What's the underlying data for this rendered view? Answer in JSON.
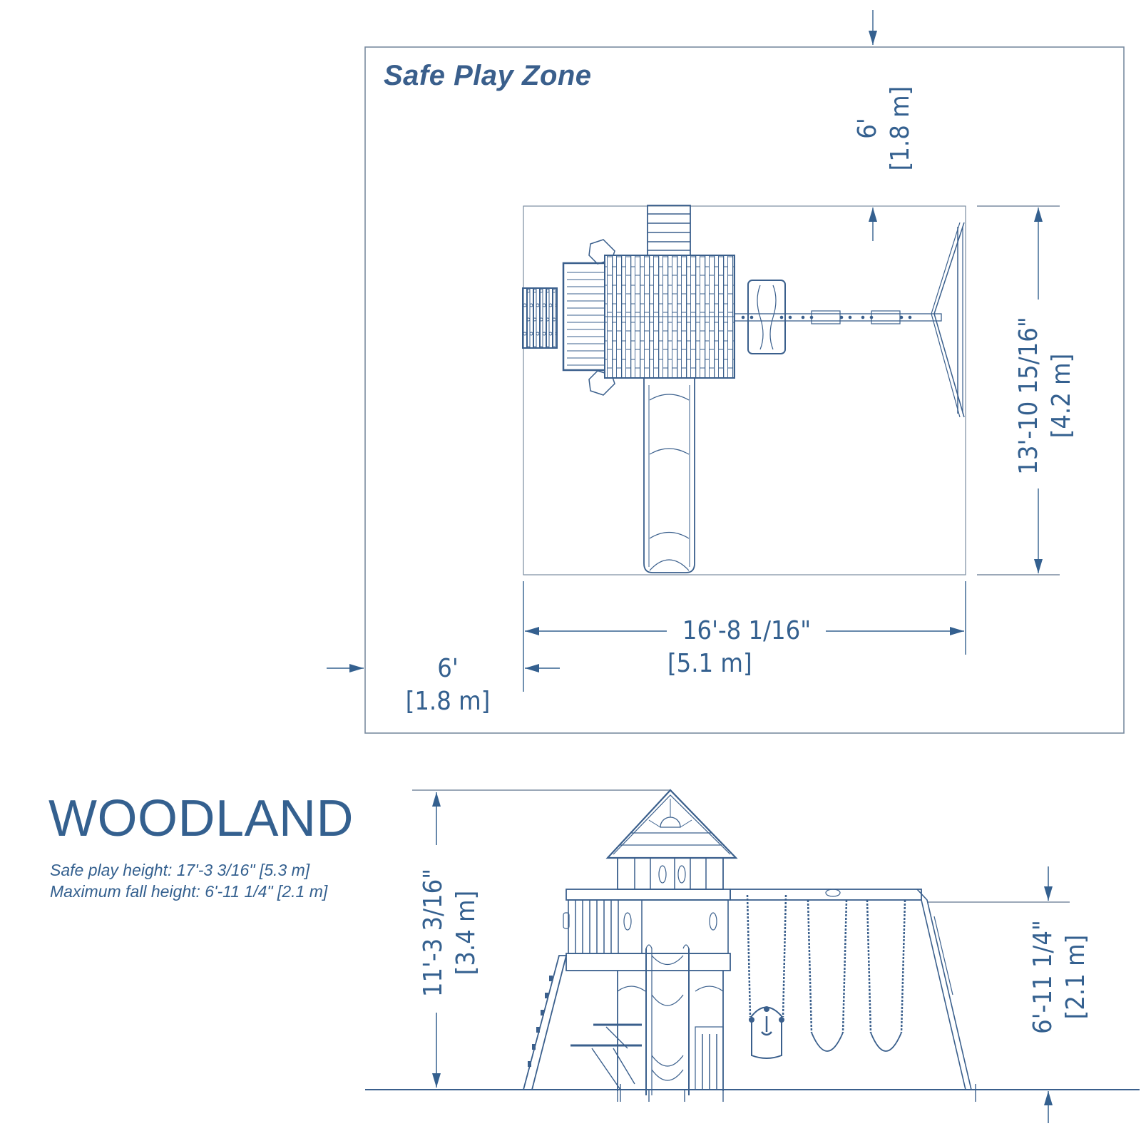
{
  "safe_play_zone": {
    "title": "Safe Play Zone",
    "top_clearance": {
      "imperial": "6'",
      "metric": "[1.8 m]"
    },
    "left_clearance": {
      "imperial": "6'",
      "metric": "[1.8 m]"
    },
    "width": {
      "imperial": "16'-8 1/16\"",
      "metric": "[5.1 m]"
    },
    "depth": {
      "imperial": "13'-10 15/16\"",
      "metric": "[4.2 m]"
    }
  },
  "product": {
    "name": "WOODLAND",
    "specs": [
      "Safe play height: 17'-3 3/16\" [5.3 m]",
      "Maximum fall height: 6'-11 1/4\" [2.1 m]"
    ]
  },
  "elevation": {
    "overall_height": {
      "imperial": "11'-3 3/16\"",
      "metric": "[3.4 m]"
    },
    "swing_beam_height": {
      "imperial": "6'-11 1/4\"",
      "metric": "[2.1 m]"
    }
  },
  "colors": {
    "line": "#3a5f8c",
    "text": "#34608f",
    "frame": "#7a8ca0"
  }
}
